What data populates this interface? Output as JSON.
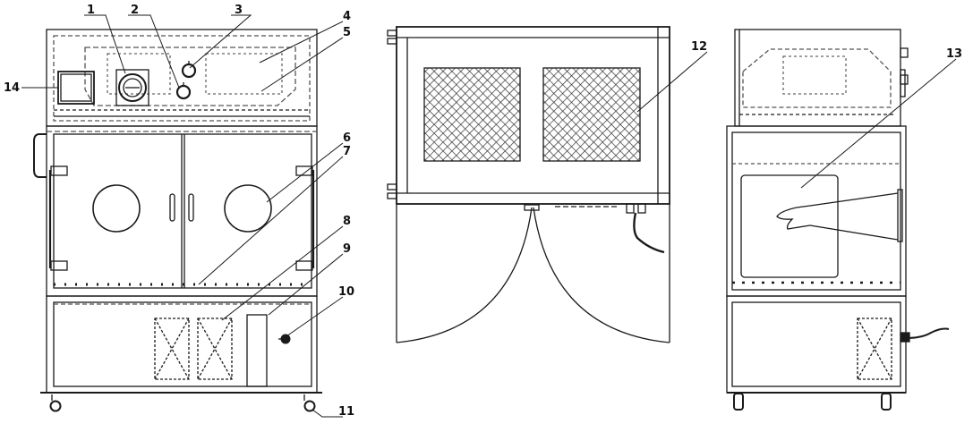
{
  "callouts": [
    {
      "id": "1",
      "text": "1"
    },
    {
      "id": "2",
      "text": "2"
    },
    {
      "id": "3",
      "text": "3"
    },
    {
      "id": "4",
      "text": "4"
    },
    {
      "id": "5",
      "text": "5"
    },
    {
      "id": "6",
      "text": "6"
    },
    {
      "id": "7",
      "text": "7"
    },
    {
      "id": "8",
      "text": "8"
    },
    {
      "id": "9",
      "text": "9"
    },
    {
      "id": "10",
      "text": "10"
    },
    {
      "id": "11",
      "text": "11"
    },
    {
      "id": "12",
      "text": "12"
    },
    {
      "id": "13",
      "text": "13"
    },
    {
      "id": "14",
      "text": "14"
    }
  ],
  "colors": {
    "line": "#1a1a1a",
    "dashed": "#555555",
    "mesh": "#333333",
    "background": "#ffffff"
  },
  "views": [
    {
      "name": "front-view"
    },
    {
      "name": "top-view"
    },
    {
      "name": "side-view"
    }
  ]
}
